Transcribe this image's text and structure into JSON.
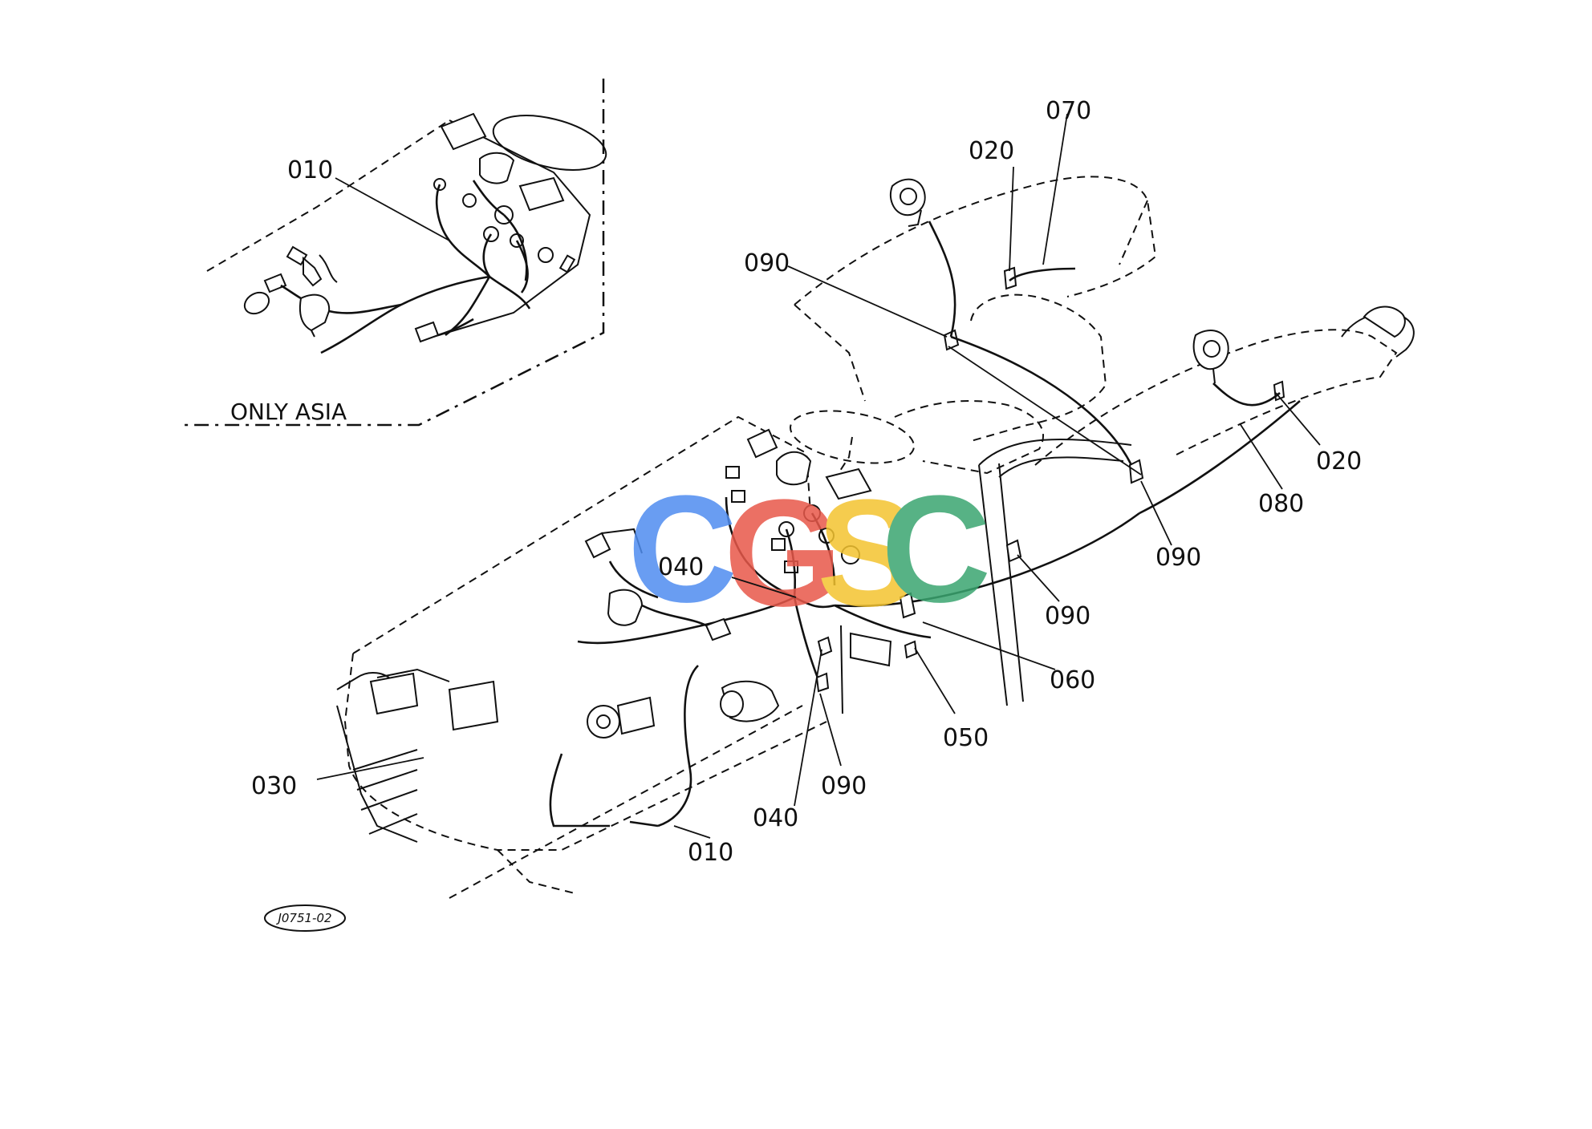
{
  "labels": {
    "l010_inset": "010",
    "l010_main": "010",
    "l020_top": "020",
    "l020_right": "020",
    "l030": "030",
    "l040_top": "040",
    "l040_bottom": "040",
    "l050": "050",
    "l060": "060",
    "l070": "070",
    "l080": "080",
    "l090_topleft": "090",
    "l090_mid": "090",
    "l090_right": "090",
    "l090_low": "090"
  },
  "inset_note": "ONLY ASIA",
  "figure_code": "J0751-02",
  "watermark": {
    "letters": [
      "C",
      "G",
      "S",
      "C"
    ],
    "colors": [
      "#4f8df0",
      "#e8584a",
      "#f4c430",
      "#3aa570"
    ]
  }
}
